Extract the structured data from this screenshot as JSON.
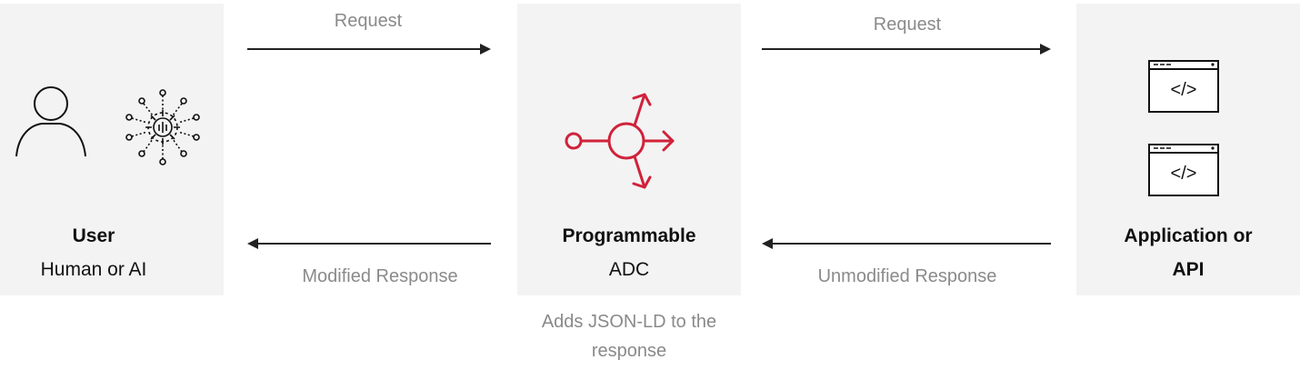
{
  "user": {
    "title": "User",
    "subtitle": "Human or AI"
  },
  "adc": {
    "title": "Programmable",
    "subtitle": "ADC",
    "note_line1": "Adds JSON-LD to the",
    "note_line2": "response"
  },
  "app": {
    "title_line1": "Application or",
    "title_line2": "API",
    "code_glyph": "</>"
  },
  "arrows": {
    "request_1": "Request",
    "request_2": "Request",
    "response_1": "Modified Response",
    "response_2": "Unmodified Response"
  },
  "colors": {
    "accent": "#d0223a",
    "panel": "#f3f3f3",
    "line": "#222222",
    "muted": "#8a8a8a"
  },
  "icons": [
    "person-icon",
    "ai-network-icon",
    "adc-routing-icon",
    "code-window-icon"
  ]
}
